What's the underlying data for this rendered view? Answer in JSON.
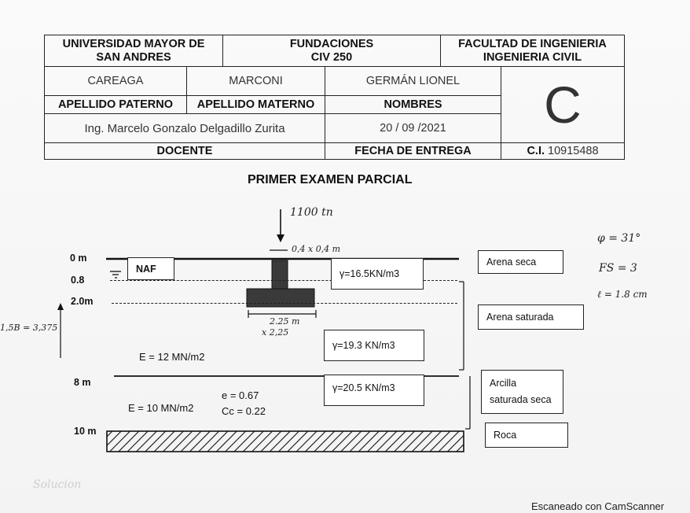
{
  "header": {
    "university": "UNIVERSIDAD MAYOR DE SAN ANDRES",
    "course_line1": "FUNDACIONES",
    "course_line2": "CIV 250",
    "faculty_line1": "FACULTAD DE INGENIERIA",
    "faculty_line2": "INGENIERIA CIVIL",
    "apellido_paterno_value": "CAREAGA",
    "apellido_materno_value": "MARCONI",
    "nombres_value": "GERMÁN LIONEL",
    "apellido_paterno_label": "APELLIDO PATERNO",
    "apellido_materno_label": "APELLIDO MATERNO",
    "nombres_label": "NOMBRES",
    "grade": "C",
    "docente_value": "Ing. Marcelo Gonzalo Delgadillo Zurita",
    "fecha_value": "20 / 09 /2021",
    "docente_label": "DOCENTE",
    "fecha_label": "FECHA DE ENTREGA",
    "ci_label": "C.I.",
    "ci_value": "10915488"
  },
  "exam_title": "PRIMER EXAMEN PARCIAL",
  "diagram": {
    "depths": [
      "0 m",
      "0.8",
      "2.0m",
      "8 m",
      "10 m"
    ],
    "naf": "NAF",
    "load": "1100 tn",
    "column": "0,4 x 0,4  m",
    "footing": "2.25 m",
    "footing_x": "x 2,25",
    "side_note": "1,5B = 3,375",
    "gamma1": "γ=16.5KN/m3",
    "gamma2": "γ=19.3 KN/m3",
    "gamma3": "γ=20.5 KN/m3",
    "E1": "E = 12 MN/m2",
    "E2": "E = 10 MN/m2",
    "e": "e = 0.67",
    "cc": "Cc = 0.22",
    "layer1": "Arena seca",
    "layer2": "Arena saturada",
    "layer3a": "Arcilla",
    "layer3b": "saturada seca",
    "layer4": "Roca",
    "phi": "φ = 31°",
    "fs": "FS = 3",
    "ell": "ℓ = 1.8 cm"
  },
  "footer": {
    "scanner": "Escaneado con CamScanner",
    "faint": "Solucion"
  }
}
